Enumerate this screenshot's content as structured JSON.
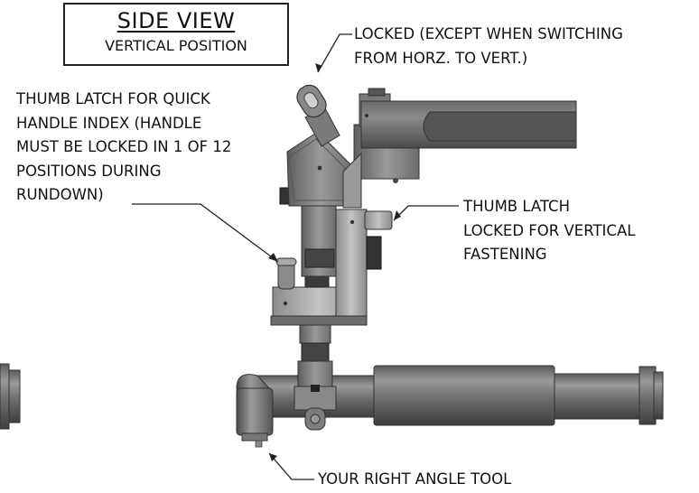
{
  "title": {
    "main": "SIDE VIEW",
    "sub": "VERTICAL POSITION"
  },
  "callouts": {
    "locked": {
      "lines": [
        "LOCKED (EXCEPT WHEN SWITCHING",
        "FROM HORZ. TO VERT.)"
      ]
    },
    "thumb_latch_index": {
      "lines": [
        "THUMB LATCH FOR QUICK",
        "HANDLE INDEX (HANDLE",
        "MUST BE LOCKED IN 1 OF 12",
        "POSITIONS DURING",
        "RUNDOWN)"
      ]
    },
    "thumb_latch_vertical": {
      "lines": [
        "THUMB LATCH",
        "LOCKED FOR VERTICAL",
        "FASTENING"
      ]
    },
    "tool": {
      "lines": [
        "YOUR RIGHT ANGLE TOOL"
      ]
    }
  }
}
